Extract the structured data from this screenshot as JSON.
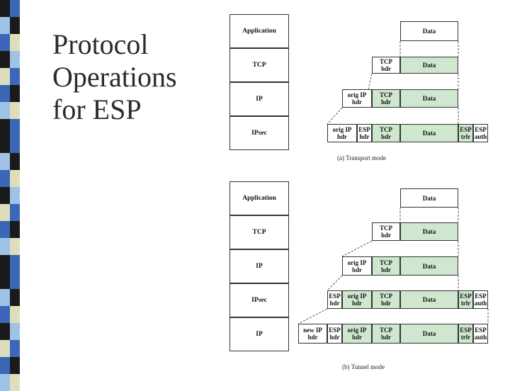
{
  "title_lines": [
    "Protocol",
    "Operations",
    "for ESP"
  ],
  "colors": {
    "strip_dark": "#1a1a1a",
    "strip_blue": "#3a67b7",
    "strip_light": "#9ec3e6",
    "strip_tan": "#dedebc",
    "green_fill": "#cfe7cf"
  },
  "transport": {
    "layers": [
      "Application",
      "TCP",
      "IP",
      "IPsec"
    ],
    "rows": [
      [
        "Data"
      ],
      [
        "TCP\nhdr",
        "Data"
      ],
      [
        "orig IP\nhdr",
        "TCP\nhdr",
        "Data"
      ],
      [
        "orig IP\nhdr",
        "ESP\nhdr",
        "TCP\nhdr",
        "Data",
        "ESP\ntrlr",
        "ESP\nauth"
      ]
    ],
    "caption": "(a) Transport mode"
  },
  "tunnel": {
    "layers": [
      "Application",
      "TCP",
      "IP",
      "IPsec",
      "IP"
    ],
    "rows": [
      [
        "Data"
      ],
      [
        "TCP\nhdr",
        "Data"
      ],
      [
        "orig IP\nhdr",
        "TCP\nhdr",
        "Data"
      ],
      [
        "ESP\nhdr",
        "orig IP\nhdr",
        "TCP\nhdr",
        "Data",
        "ESP\ntrlr",
        "ESP\nauth"
      ],
      [
        "new IP\nhdr",
        "ESP\nhdr",
        "orig IP\nhdr",
        "TCP\nhdr",
        "Data",
        "ESP\ntrlr",
        "ESP\nauth"
      ]
    ],
    "caption": "(b) Tunnel mode"
  }
}
